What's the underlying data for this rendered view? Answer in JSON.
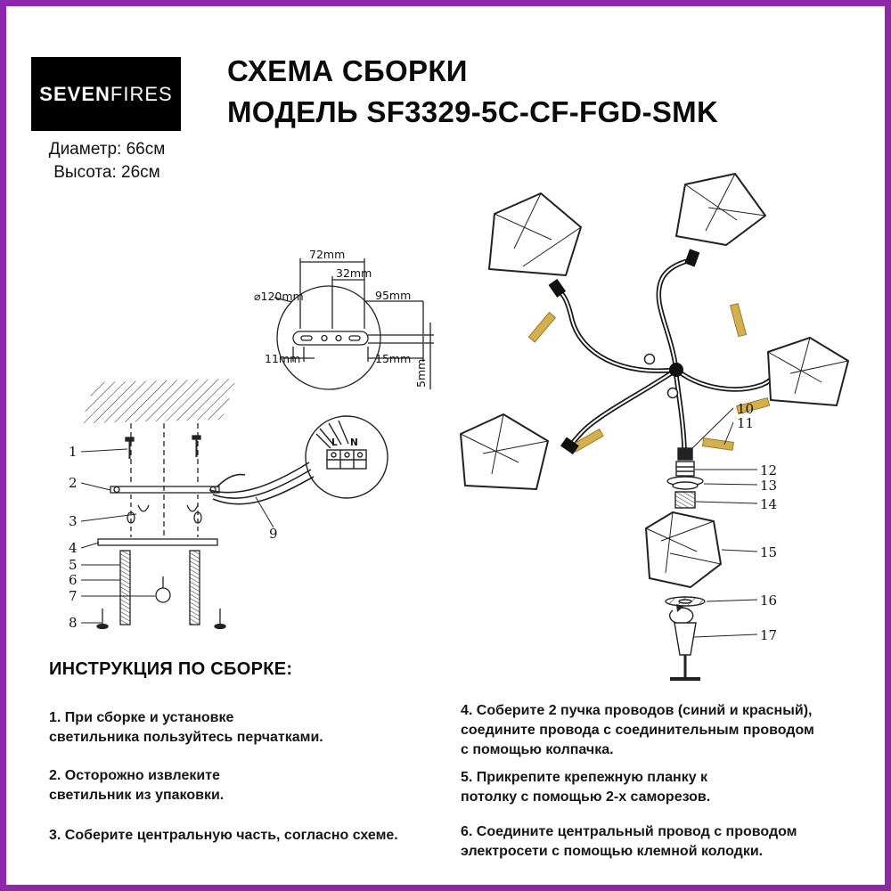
{
  "header": {
    "brand_part1": "SEVEN",
    "brand_part2": "FIRES",
    "title": "СХЕМА СБОРКИ\nМОДЕЛЬ SF3329-5C-CF-FGD-SMK",
    "dimensions": "Диаметр: 66см\nВысота: 26см"
  },
  "colors": {
    "border_purple": "#8d28ad",
    "gold_accent": "#d4af4e",
    "line": "#1a1a1a"
  },
  "plate_diagram": {
    "d120": "⌀120mm",
    "d72": "72mm",
    "d32": "32mm",
    "d95": "95mm",
    "d11": "11mm",
    "d15": "15mm",
    "d5": "5mm"
  },
  "assembly": {
    "callouts": [
      "1",
      "2",
      "3",
      "4",
      "5",
      "6",
      "7",
      "8"
    ],
    "callout9": "9",
    "terminal": {
      "l": "L",
      "n": "N"
    }
  },
  "chandelier": {
    "callouts": [
      "10",
      "11",
      "12",
      "13",
      "14",
      "15",
      "16",
      "17"
    ]
  },
  "instructions": {
    "heading": "ИНСТРУКЦИЯ ПО СБОРКЕ:",
    "left": [
      "1. При сборке и установке\nсветильника пользуйтесь перчатками.",
      "2. Осторожно извлеките\nсветильник из упаковки.",
      "3. Соберите центральную часть, согласно схеме."
    ],
    "right": [
      "4. Соберите 2 пучка проводов (синий и красный),\nсоедините провода с соединительным проводом\nс помощью колпачка.",
      "5. Прикрепите крепежную планку к\nпотолку с помощью 2-х саморезов.",
      "6. Соедините центральный провод с проводом\nэлектросети с помощью клемной колодки."
    ]
  }
}
